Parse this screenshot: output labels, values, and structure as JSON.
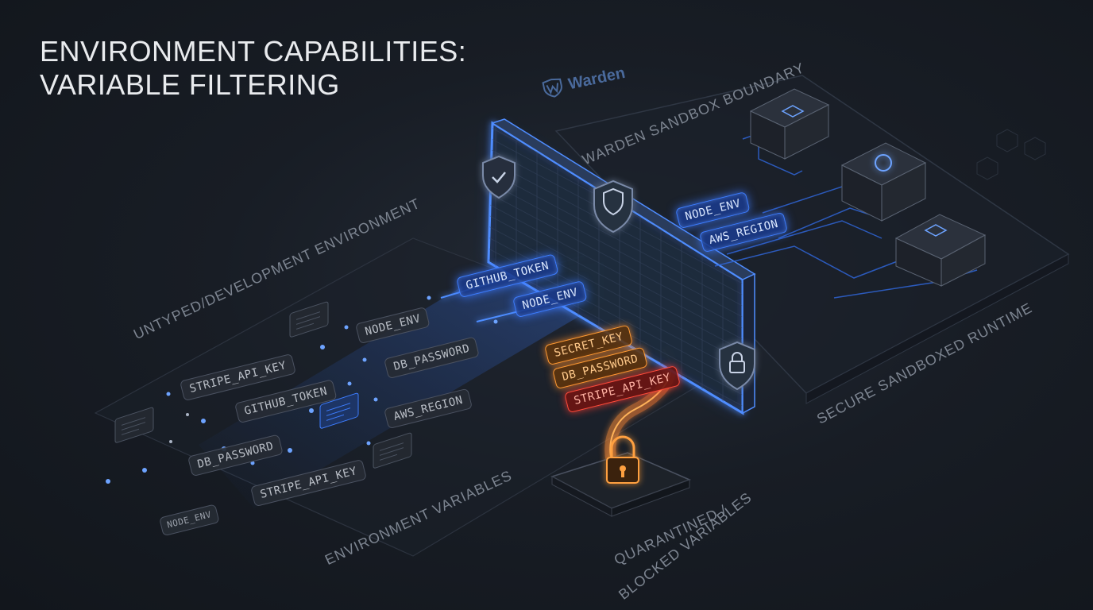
{
  "title": {
    "line1": "ENVIRONMENT CAPABILITIES:",
    "line2": "VARIABLE FILTERING"
  },
  "brand": {
    "name": "Warden",
    "icon": "warden-logo-icon"
  },
  "labels": {
    "sandbox_boundary": "WARDEN SANDBOX BOUNDARY",
    "dev_environment": "UNTYPED/DEVELOPMENT ENVIRONMENT",
    "env_variables": "ENVIRONMENT VARIABLES",
    "quarantined_line1": "QUARANTINED /",
    "quarantined_line2": "BLOCKED VARIABLES",
    "secure_runtime": "SECURE SANDBOXED RUNTIME"
  },
  "incoming_vars": [
    "NODE_ENV",
    "DB_PASSWORD",
    "AWS_REGION",
    "STRIPE_API_KEY",
    "GITHUB_TOKEN",
    "DB_PASSWORD",
    "STRIPE_API_KEY",
    "NODE_ENV"
  ],
  "allowed_vars": [
    "GITHUB_TOKEN",
    "NODE_ENV"
  ],
  "sandbox_vars": [
    "NODE_ENV",
    "AWS_REGION"
  ],
  "blocked_vars": [
    "SECRET_KEY",
    "DB_PASSWORD",
    "STRIPE_API_KEY"
  ],
  "icons": [
    "shield-check-icon",
    "shield-icon",
    "shield-lock-icon",
    "padlock-icon",
    "document-icon",
    "server-icon"
  ],
  "colors": {
    "allowed": "#3d7dff",
    "warning": "#ff9a32",
    "blocked": "#ff4a3a",
    "background": "#181d25"
  }
}
